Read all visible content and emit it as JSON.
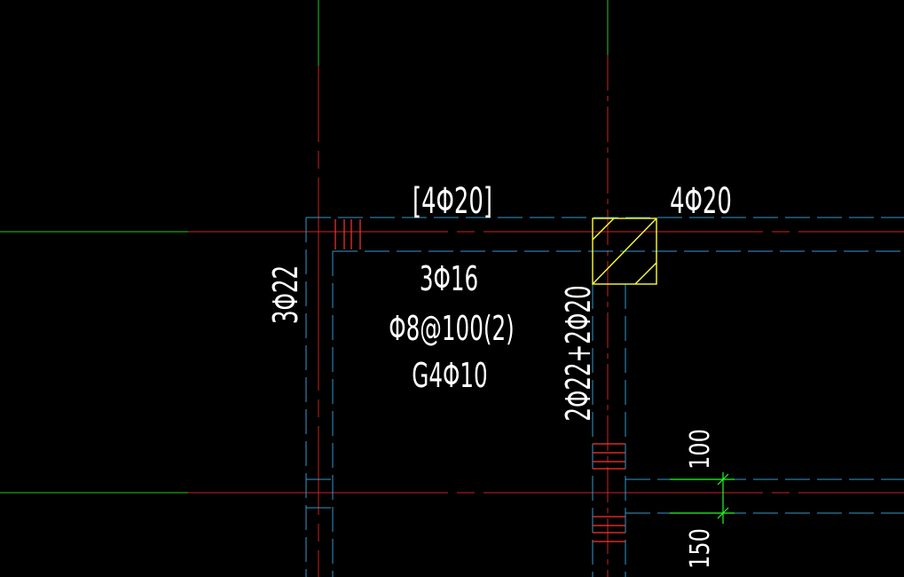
{
  "colors": {
    "background": "#000000",
    "axis_red": "#cc2222",
    "green_line": "#22cc22",
    "dashed_blue": "#3399cc",
    "text": "#ffffff",
    "column_yellow": "#ffff33",
    "dim_green": "#22ff22",
    "hatch_red": "#ff3333"
  },
  "labels": {
    "beam_top_bracket": "[4Φ20]",
    "beam_top_right": "4Φ20",
    "beam_bottom_bars": "3Φ16",
    "stirrups": "Φ8@100(2)",
    "side_bars": "G4Φ10",
    "left_beam_bars": "3Φ22",
    "column_beam_bars": "2Φ22+2Φ20"
  },
  "dimensions": {
    "dim_100": "100",
    "dim_150": "150"
  }
}
